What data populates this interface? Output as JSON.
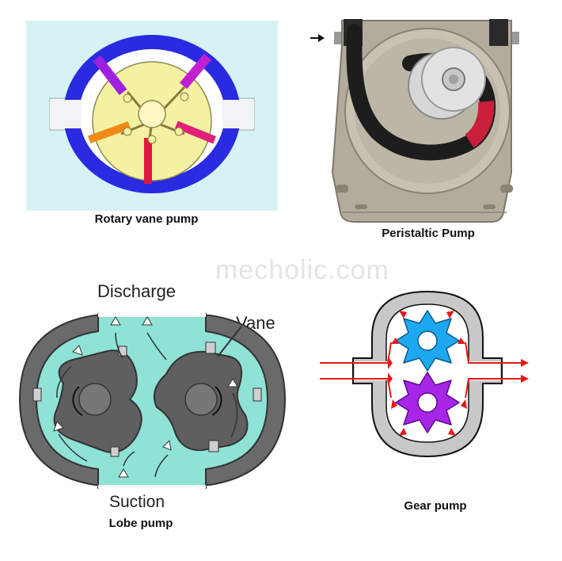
{
  "watermark": "mecholic.com",
  "colors": {
    "vane_blue": "#2a2ae0",
    "vane_yellow": "#f4f1a2",
    "vane_bg": "#d6f2f5",
    "peristaltic_housing": "#b3ac9d",
    "lobe_fluid": "#8ee2d6",
    "lobe_grey": "#5f5f5f",
    "gear_cyan": "#1ea8ef",
    "gear_purple": "#a726e8",
    "flow_red": "#e81818"
  },
  "pumps": {
    "rotary_vane": {
      "caption": "Rotary vane pump"
    },
    "peristaltic": {
      "caption": "Peristaltic Pump"
    },
    "lobe": {
      "caption": "Lobe pump",
      "discharge_label": "Discharge",
      "suction_label": "Suction",
      "vane_label": "Vane"
    },
    "gear": {
      "caption": "Gear pump"
    }
  }
}
